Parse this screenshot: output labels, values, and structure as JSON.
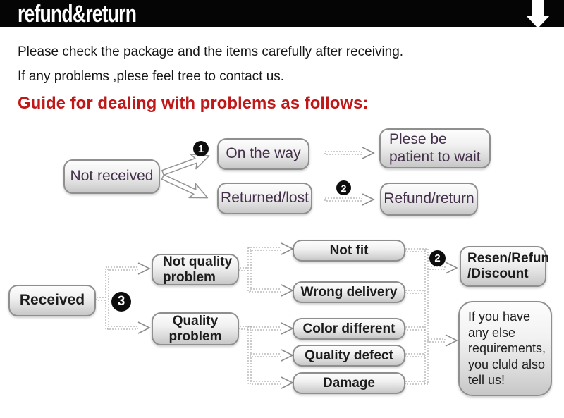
{
  "header": {
    "title": "refund&return"
  },
  "intro": {
    "line1": "Please check the package and the items carefully after receiving.",
    "line2": "If any problems ,plese feel tree to contact us.",
    "heading": "Guide for dealing with problems as follows:"
  },
  "colors": {
    "bar_black": "#050505",
    "heading_red": "#c01818",
    "node_border_gray": "#8f8f8f",
    "node_text_purple": "#44304a",
    "node_text_dark": "#1c1c1c"
  },
  "flow1": {
    "nodes": {
      "not_received": "Not received",
      "on_the_way": "On the way",
      "returned_lost": "Returned/lost",
      "plese_wait": "Plese be\npatient to wait",
      "refund_return": "Refund/return"
    },
    "markers": {
      "m1": "1",
      "m2": "2"
    }
  },
  "flow2": {
    "nodes": {
      "received": "Received",
      "not_quality": "Not quality\nproblem",
      "quality": "Quality\nproblem",
      "not_fit": "Not fit",
      "wrong_delivery": "Wrong delivery",
      "color_different": "Color different",
      "quality_defect": "Quality defect",
      "damage": "Damage",
      "resen_refun": "Resen/Refun\n/Discount",
      "if_you_have": "If you have\nany else\nrequirements,\nyou cluld also\ntell us!"
    },
    "markers": {
      "m3": "3",
      "m2": "2"
    }
  }
}
